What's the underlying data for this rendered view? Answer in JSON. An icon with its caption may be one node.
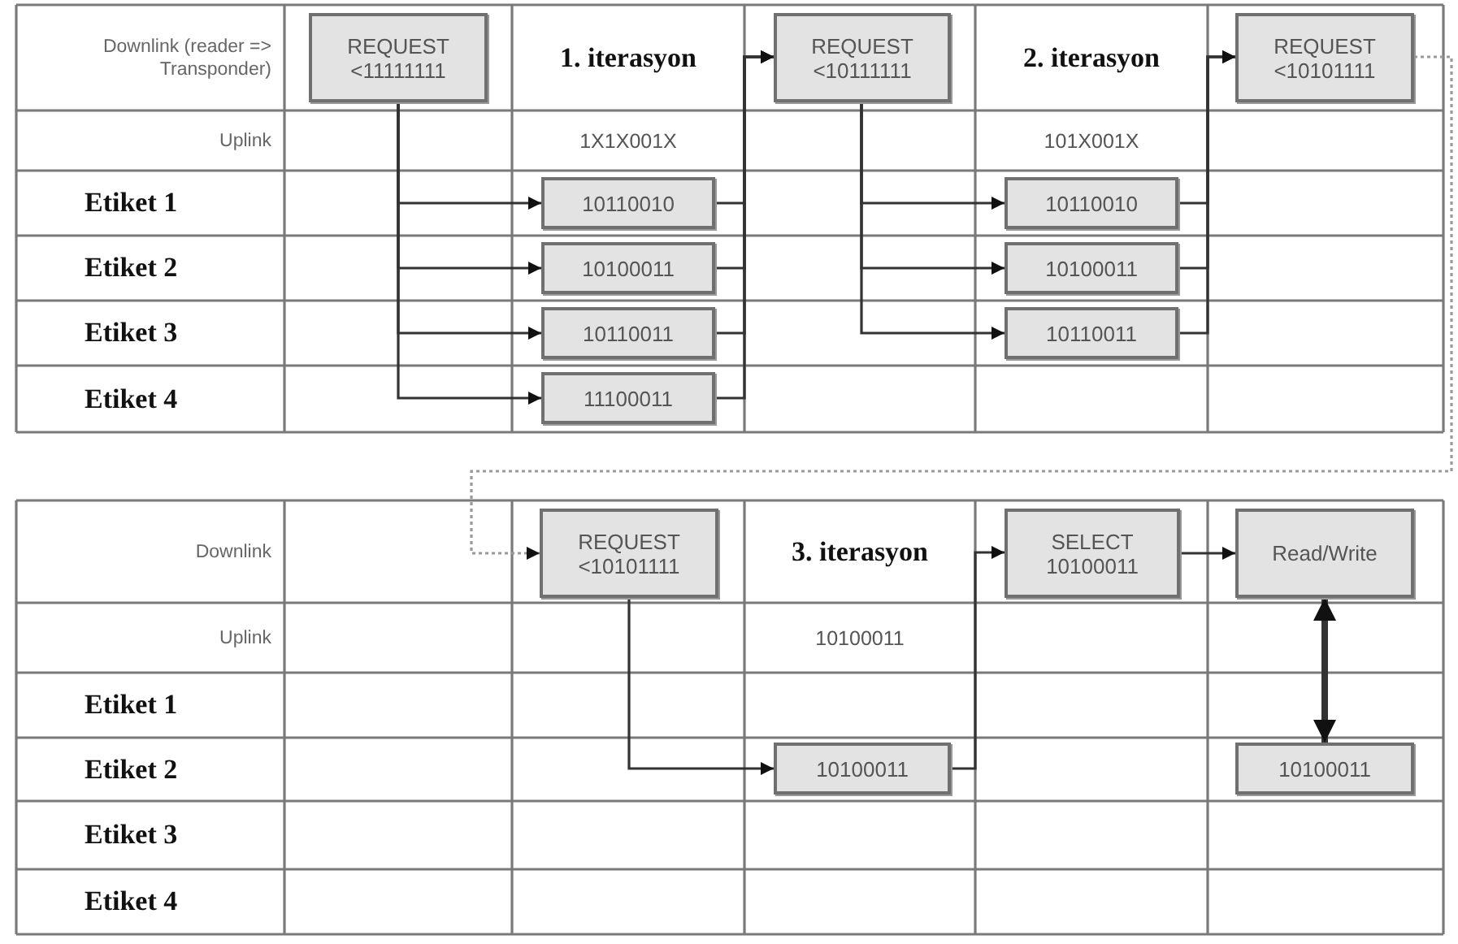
{
  "diagram": {
    "nodes": [
      {
        "text": [
          "REQUEST",
          "<11111111"
        ]
      },
      {
        "text": [
          "10110010"
        ]
      },
      {
        "text": [
          "10100011"
        ]
      },
      {
        "text": [
          "10110011"
        ]
      },
      {
        "text": [
          "11100011"
        ]
      },
      {
        "text": [
          "REQUEST",
          "<10111111"
        ]
      },
      {
        "text": [
          "10110010"
        ]
      },
      {
        "text": [
          "10100011"
        ]
      },
      {
        "text": [
          "10110011"
        ]
      },
      {
        "text": [
          "REQUEST",
          "<10101111"
        ]
      },
      {
        "text": [
          "REQUEST",
          "<10101111"
        ]
      },
      {
        "text": [
          "10100011"
        ]
      },
      {
        "text": [
          "SELECT",
          "10100011"
        ]
      },
      {
        "text": [
          "Read/Write"
        ]
      },
      {
        "text": [
          "10100011"
        ]
      }
    ],
    "edges": [
      {
        "from": 0,
        "to": 1,
        "arrow": "to"
      },
      {
        "from": 0,
        "to": 2,
        "arrow": "to"
      },
      {
        "from": 0,
        "to": 3,
        "arrow": "to"
      },
      {
        "from": 0,
        "to": 4,
        "arrow": "to"
      },
      {
        "from": 1,
        "to": 5,
        "arrow": "to"
      },
      {
        "from": 2,
        "to": 5,
        "arrow": "to"
      },
      {
        "from": 3,
        "to": 5,
        "arrow": "to"
      },
      {
        "from": 4,
        "to": 5,
        "arrow": "to"
      },
      {
        "from": 5,
        "to": 6,
        "arrow": "to"
      },
      {
        "from": 5,
        "to": 7,
        "arrow": "to"
      },
      {
        "from": 5,
        "to": 8,
        "arrow": "to"
      },
      {
        "from": 6,
        "to": 9,
        "arrow": "to"
      },
      {
        "from": 7,
        "to": 9,
        "arrow": "to"
      },
      {
        "from": 8,
        "to": 9,
        "arrow": "to"
      },
      {
        "from": 9,
        "to": 10,
        "arrow": "to",
        "style": "dashed",
        "color": "#999999"
      },
      {
        "from": 10,
        "to": 11,
        "arrow": "to"
      },
      {
        "from": 11,
        "to": 12,
        "arrow": "to"
      },
      {
        "from": 12,
        "to": 13,
        "arrow": "to"
      },
      {
        "from": 13,
        "to": 14,
        "arrow": "both",
        "style": "thick"
      }
    ],
    "labels": [
      "Downlink (reader => Transponder)",
      "1. iterasyon",
      "2. iterasyon",
      "Uplink",
      "1X1X001X",
      "101X001X",
      "Etiket 1",
      "Etiket 2",
      "Etiket 3",
      "Etiket 4",
      "Downlink",
      "3. iterasyon",
      "Uplink",
      "10100011",
      "Etiket 1",
      "Etiket 2",
      "Etiket 3",
      "Etiket 4"
    ]
  }
}
